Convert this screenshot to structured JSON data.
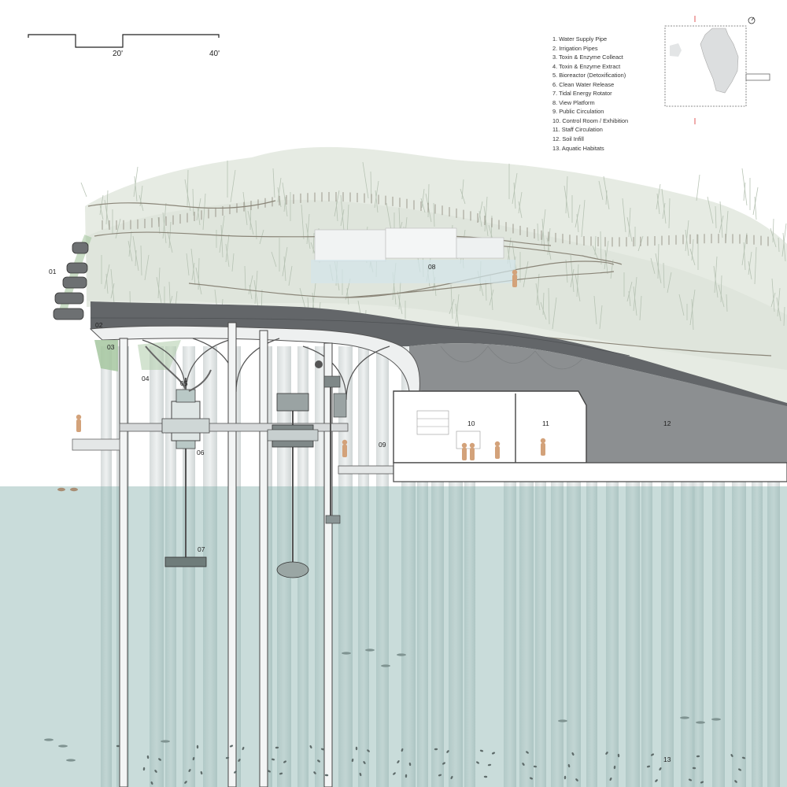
{
  "scale_bar": {
    "tick_20": "20'",
    "tick_40": "40'"
  },
  "legend": [
    "1. Water Supply Pipe",
    "2. Irrigation Pipes",
    "3. Toxin & Enzyme Colleact",
    "4. Toxin & Enzyme Extract",
    "5. Bioreactor (Detoxification)",
    "6. Clean Water Release",
    "7. Tidal Energy Rotator",
    "8. View Platform",
    "9. Public Circulation",
    "10. Control Room / Exhibition",
    "11. Staff Circulation",
    "12. Soil Infill",
    "13. Aquatic Habitats"
  ],
  "labels": {
    "l01": "01",
    "l02": "02",
    "l03": "03",
    "l04": "04",
    "l05": "05",
    "l06": "06",
    "l07": "07",
    "l08": "08",
    "l09": "09",
    "l10": "10",
    "l11": "11",
    "l12": "12",
    "l13": "13"
  },
  "colors": {
    "water": "#c9dcda",
    "deck": "#6b6e70",
    "soil_infill": "#8c8f91",
    "column": "#e7eaea",
    "vegetation": "#dfe5dc",
    "accent_green": "#a6c7a0",
    "figure": "#d3a27a"
  }
}
